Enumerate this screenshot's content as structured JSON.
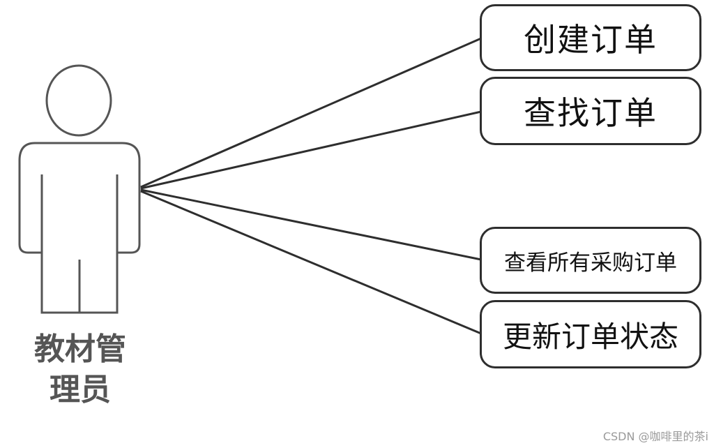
{
  "actor": {
    "name_line1": "教材管",
    "name_line2": "理员"
  },
  "use_cases": [
    {
      "label": "创建订单"
    },
    {
      "label": "查找订单"
    },
    {
      "label": "查看所有采购订单"
    },
    {
      "label": "更新订单状态"
    }
  ],
  "watermark": "CSDN @咖啡里的茶i",
  "colors": {
    "line": "#2e2e2e",
    "actor_stroke": "#555555",
    "label": "#555555"
  }
}
